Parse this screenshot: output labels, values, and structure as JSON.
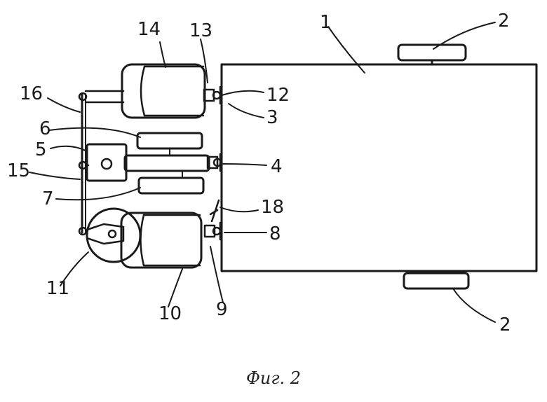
{
  "figure": {
    "caption": "Фиг. 2",
    "labels": {
      "l1": "1",
      "l2a": "2",
      "l2b": "2",
      "l3": "3",
      "l4": "4",
      "l5": "5",
      "l6": "6",
      "l7": "7",
      "l8": "8",
      "l9": "9",
      "l10": "10",
      "l11": "11",
      "l12": "12",
      "l13": "13",
      "l14": "14",
      "l15": "15",
      "l16": "16",
      "l18": "18"
    }
  }
}
